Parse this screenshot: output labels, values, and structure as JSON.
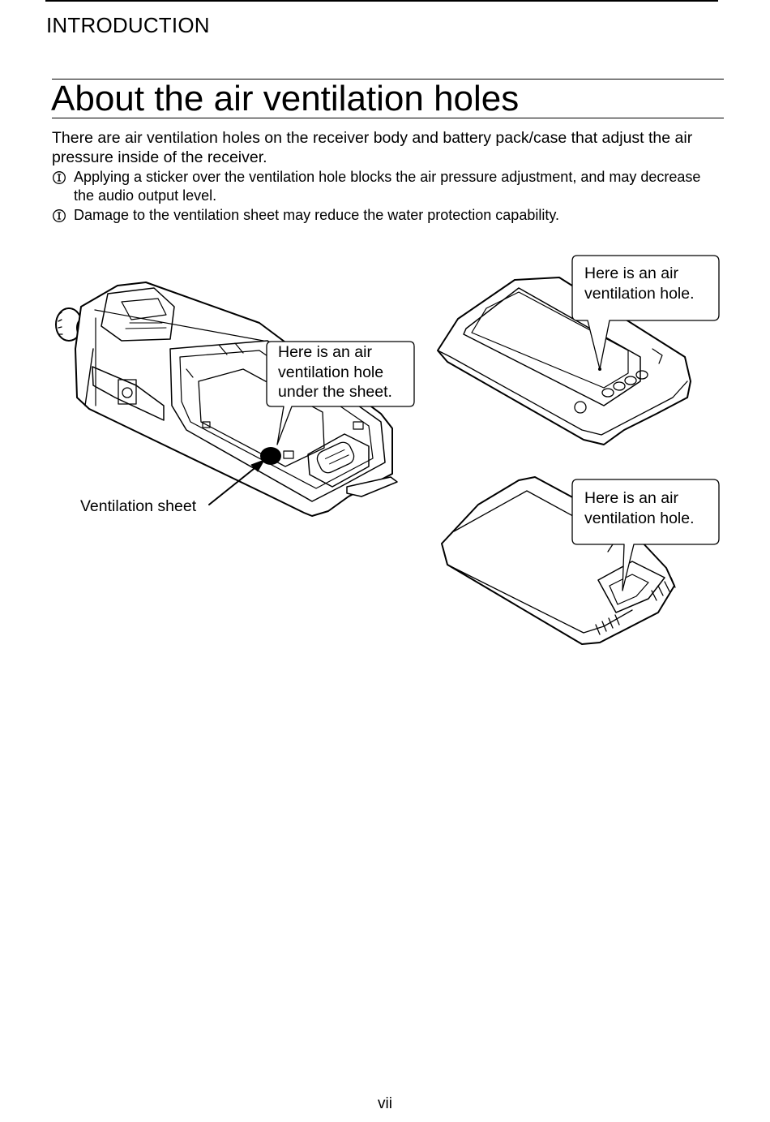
{
  "header": {
    "section": "INTRODUCTION"
  },
  "page": {
    "title": "About the air ventilation holes",
    "intro": "There are air ventilation holes on the receiver body and battery pack/case that adjust the air pressure inside of the receiver.",
    "notes": [
      "Applying a sticker over the ventilation hole blocks the air pressure adjustment, and may decrease the audio output level.",
      "Damage to the ventilation sheet may reduce the water protection capability."
    ],
    "note_icon": "info-icon"
  },
  "figure": {
    "callout_case": "Here is an air ventilation hole.",
    "callout_receiver": "Here is an air ventilation hole under the sheet.",
    "callout_battery": "Here is an air ventilation hole.",
    "ventilation_sheet_label": "Ventilation sheet"
  },
  "footer": {
    "page_number": "vii"
  }
}
